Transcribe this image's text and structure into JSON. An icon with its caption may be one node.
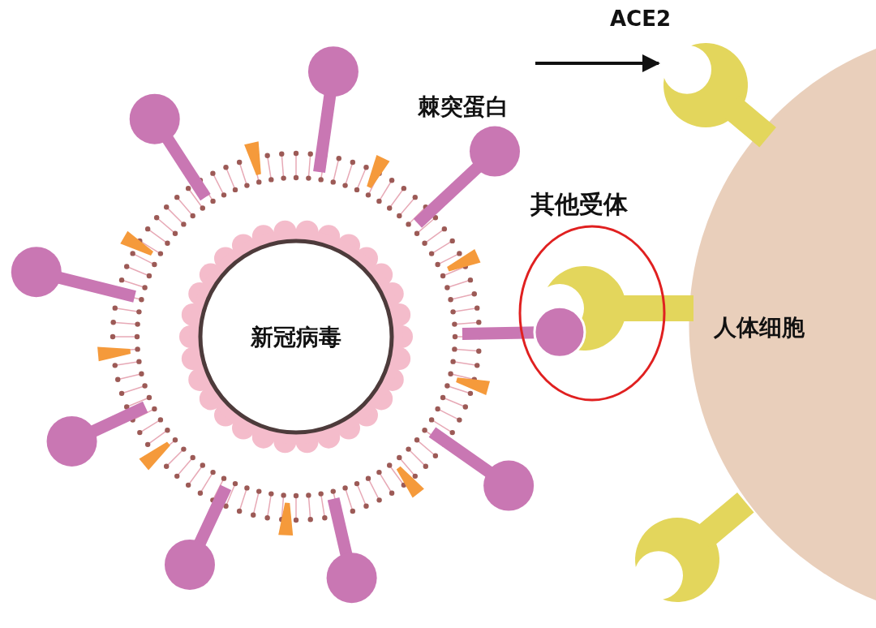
{
  "diagram": {
    "nodes": [
      {
        "text": [
          "新冠病毒"
        ]
      },
      {
        "text": [
          "人体细胞"
        ]
      },
      {
        "text": [],
        "shape": "receptor"
      },
      {
        "text": [
          "其他受体"
        ]
      }
    ],
    "edges": [
      {
        "from": null,
        "to": 2,
        "arrow": "to"
      }
    ],
    "labels": [
      "ACE2",
      "棘突蛋白"
    ]
  }
}
